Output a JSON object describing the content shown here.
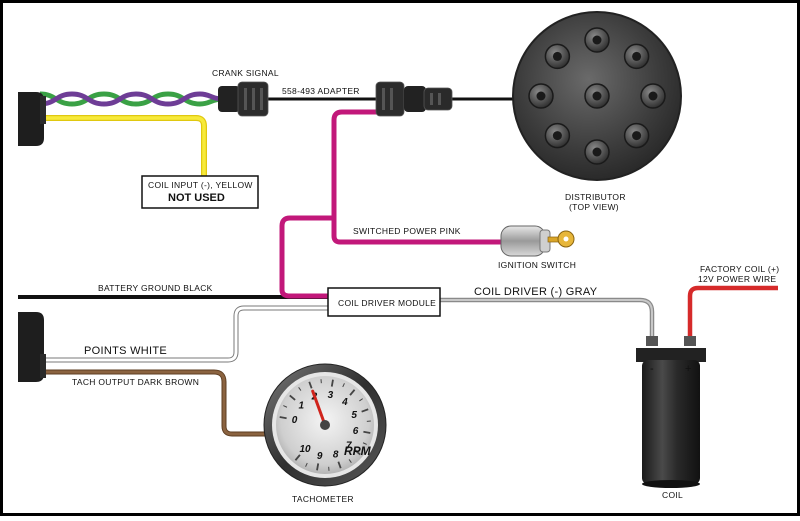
{
  "labels": {
    "crank_signal": "CRANK SIGNAL",
    "adapter": "558-493 ADAPTER",
    "distributor_line1": "DISTRIBUTOR",
    "distributor_line2": "(TOP VIEW)",
    "coil_input": "COIL INPUT (-), YELLOW",
    "not_used": "NOT USED",
    "switched_power": "SWITCHED POWER PINK",
    "ignition_switch": "IGNITION SWITCH",
    "battery_ground": "BATTERY GROUND BLACK",
    "coil_driver_module": "COIL DRIVER MODULE",
    "coil_driver_gray": "COIL DRIVER (-) GRAY",
    "factory_coil_line1": "FACTORY COIL (+)",
    "factory_coil_line2": "12V POWER WIRE",
    "points_white": "POINTS  WHITE",
    "tach_output": "TACH OUTPUT DARK BROWN",
    "tachometer": "TACHOMETER",
    "coil": "COIL",
    "coil_minus": "-",
    "coil_plus": "+"
  },
  "tachometer_gauge": {
    "dial_numbers": [
      "0",
      "1",
      "2",
      "3",
      "4",
      "5",
      "6",
      "7",
      "8",
      "9",
      "10"
    ],
    "unit": "RPM",
    "needle_value": 2
  },
  "colors": {
    "pink": "#c2187a",
    "yellow": "#f2e21c",
    "green": "#3aa145",
    "purple": "#6e3d96",
    "black": "#111111",
    "gray": "#9a9a9a",
    "brown": "#7a5232",
    "red": "#d62a2a",
    "white_wire_outline": "#888888"
  }
}
